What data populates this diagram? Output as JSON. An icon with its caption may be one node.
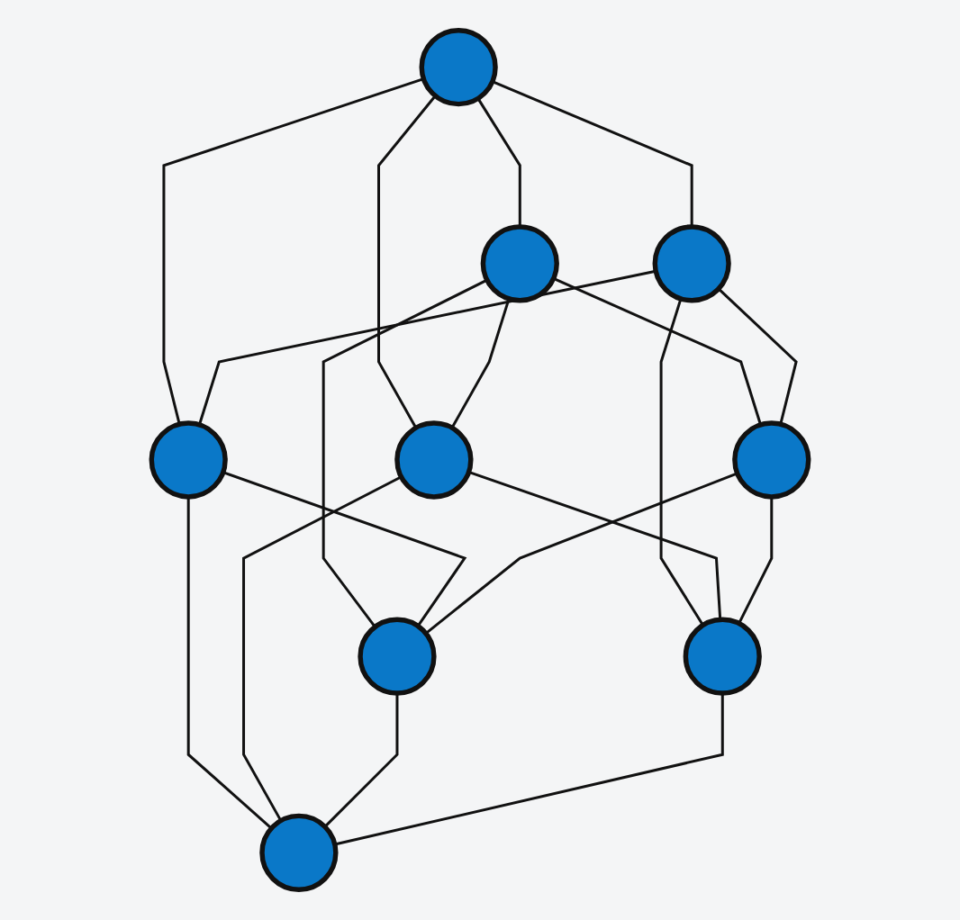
{
  "diagram": {
    "nodes": [
      {
        "text": [],
        "shape": "circle"
      },
      {
        "text": [],
        "shape": "circle"
      },
      {
        "text": [],
        "shape": "circle"
      },
      {
        "text": [],
        "shape": "circle"
      },
      {
        "text": [],
        "shape": "circle"
      },
      {
        "text": [],
        "shape": "circle"
      },
      {
        "text": [],
        "shape": "circle"
      },
      {
        "text": [],
        "shape": "circle"
      },
      {
        "text": [],
        "shape": "circle"
      }
    ],
    "edges": [
      {
        "from": 0,
        "to": 1,
        "arrow": "none"
      },
      {
        "from": 0,
        "to": 3,
        "arrow": "none"
      },
      {
        "from": 0,
        "to": 4,
        "arrow": "none"
      },
      {
        "from": 0,
        "to": 2,
        "arrow": "none"
      },
      {
        "from": 1,
        "to": 4,
        "arrow": "none"
      },
      {
        "from": 1,
        "to": 6,
        "arrow": "none"
      },
      {
        "from": 1,
        "to": 5,
        "arrow": "none"
      },
      {
        "from": 2,
        "to": 3,
        "arrow": "none"
      },
      {
        "from": 2,
        "to": 7,
        "arrow": "none"
      },
      {
        "from": 2,
        "to": 5,
        "arrow": "none"
      },
      {
        "from": 3,
        "to": 6,
        "arrow": "none"
      },
      {
        "from": 3,
        "to": 8,
        "arrow": "none"
      },
      {
        "from": 4,
        "to": 7,
        "arrow": "none"
      },
      {
        "from": 4,
        "to": 8,
        "arrow": "none"
      },
      {
        "from": 5,
        "to": 6,
        "arrow": "none"
      },
      {
        "from": 5,
        "to": 7,
        "arrow": "none"
      },
      {
        "from": 6,
        "to": 8,
        "arrow": "none"
      },
      {
        "from": 7,
        "to": 8,
        "arrow": "none"
      }
    ]
  }
}
